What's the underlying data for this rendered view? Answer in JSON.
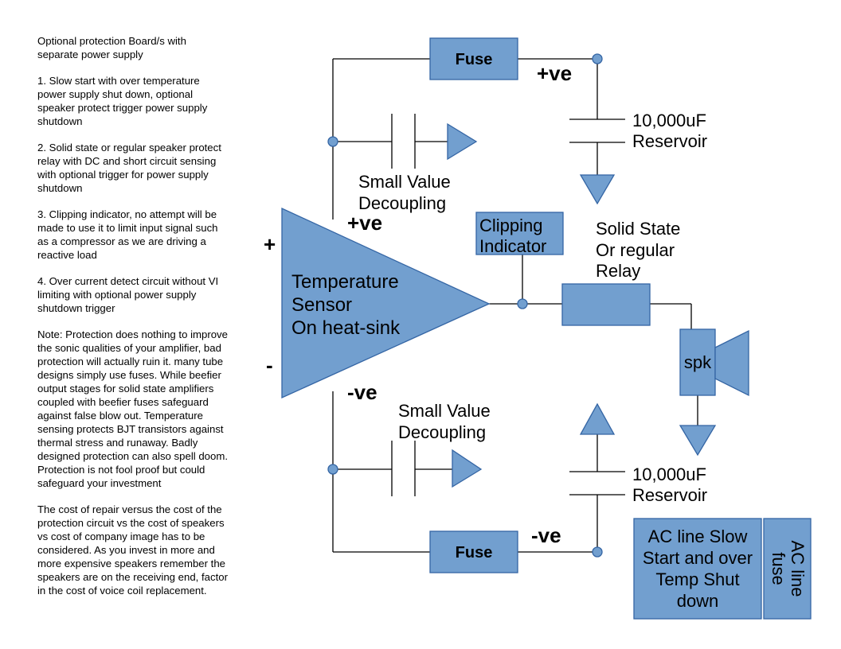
{
  "colors": {
    "fill": "#729fcf",
    "stroke": "#3465a4",
    "wire": "#000000"
  },
  "notes": {
    "title_line1": "Optional protection Board/s with",
    "title_line2": "separate power supply",
    "item1": [
      "1. Slow start with over temperature",
      "power supply shut down, optional",
      "speaker protect trigger power supply",
      "shutdown"
    ],
    "item2": [
      "2. Solid state or regular speaker protect",
      "relay with DC and short circuit sensing",
      "with optional trigger for power supply",
      "shutdown"
    ],
    "item3": [
      "3. Clipping indicator, no attempt will be",
      "made to use it to limit input signal such",
      "as a compressor as we are driving a",
      "reactive load"
    ],
    "item4": [
      "4. Over current detect circuit without VI",
      "limiting with optional power supply",
      "shutdown trigger"
    ],
    "note": [
      "Note: Protection does nothing to improve",
      "the sonic qualities of your amplifier, bad",
      "protection will actually ruin it. many tube",
      "designs simply use fuses. While beefier",
      "output stages for solid state amplifiers",
      "coupled with beefier fuses safeguard",
      "against false blow out. Temperature",
      "sensing protects BJT transistors against",
      "thermal stress and runaway. Badly",
      "designed protection can also spell doom.",
      "Protection is not fool proof but could",
      "safeguard your investment"
    ],
    "cost": [
      "The cost of repair versus the cost of the",
      "protection circuit vs the cost of speakers",
      "vs cost of company image has to be",
      "considered. As you invest in more and",
      "more expensive speakers remember the",
      "speakers are on the receiving end, factor",
      "in the cost of voice coil replacement."
    ]
  },
  "diagram": {
    "fuse_top": "Fuse",
    "fuse_bottom": "Fuse",
    "pos_rail_label": "+ve",
    "neg_rail_label": "-ve",
    "amp_pos_label": "+ve",
    "amp_neg_label": "-ve",
    "input_plus": "+",
    "input_minus": "-",
    "reservoir_top": [
      "10,000uF",
      "Reservoir"
    ],
    "reservoir_bottom": [
      "10,000uF",
      "Reservoir"
    ],
    "decoupling_top": [
      "Small Value",
      "Decoupling"
    ],
    "decoupling_bottom": [
      "Small Value",
      "Decoupling"
    ],
    "amplifier": [
      "Temperature",
      "Sensor",
      "On heat-sink"
    ],
    "clipping": [
      "Clipping",
      "Indicator"
    ],
    "relay": [
      "Solid State",
      "Or regular",
      "Relay"
    ],
    "speaker": "spk",
    "ac_slow_start": [
      "AC line Slow",
      "Start and over",
      "Temp Shut",
      "down"
    ],
    "ac_fuse": [
      "AC line",
      "fuse"
    ]
  }
}
